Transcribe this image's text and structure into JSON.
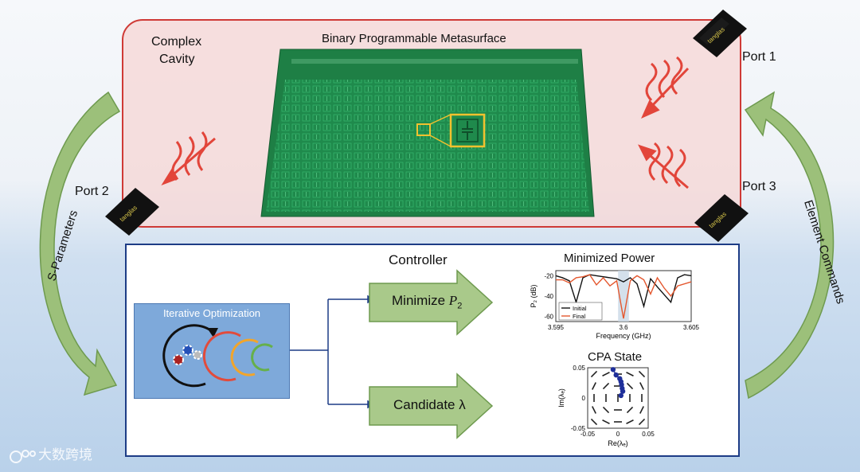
{
  "cavity": {
    "title_line1": "Complex",
    "title_line2": "Cavity",
    "metasurface_title": "Binary Programmable Metasurface",
    "port1": "Port 1",
    "port2": "Port 2",
    "port3": "Port 3",
    "chip_brand": "tanglas"
  },
  "side": {
    "left_label": "S-Parameters",
    "right_label": "Element Commands"
  },
  "controller": {
    "title": "Controller",
    "iter_label": "Iterative Optimization",
    "minimize_label": "Minimize ",
    "minimize_var": "P",
    "minimize_sub": "2",
    "candidate_label": "Candidate λ"
  },
  "power_chart": {
    "title": "Minimized Power",
    "ylabel": "P₂ (dB)",
    "xlabel": "Frequency (GHz)",
    "legend": [
      "Initial",
      "Final"
    ]
  },
  "cpa_chart": {
    "title": "CPA State",
    "ylabel": "Im(λₑ)",
    "xlabel": "Re(λₑ)"
  },
  "watermark": {
    "text": "大数跨境"
  },
  "colors": {
    "cavity_border": "#cf3a36",
    "controller_border": "#1d3c86",
    "arrow_green": "#9cc07a",
    "initial_line": "#111111",
    "final_line": "#e4572e",
    "cpa_points": "#1f2f9a"
  },
  "chart_data": [
    {
      "type": "line",
      "title": "Minimized Power",
      "xlabel": "Frequency (GHz)",
      "ylabel": "P2 (dB)",
      "xlim": [
        3.595,
        3.605
      ],
      "ylim": [
        -65,
        -15
      ],
      "xticks": [
        "3.595",
        "3.6",
        "3.605"
      ],
      "yticks": [
        "-20",
        "-40",
        "-60"
      ],
      "legend_position": "bottom-left",
      "series": [
        {
          "name": "Initial",
          "x": [
            3.595,
            3.5955,
            3.596,
            3.5965,
            3.597,
            3.5975,
            3.598,
            3.5985,
            3.599,
            3.5995,
            3.6,
            3.6005,
            3.601,
            3.6015,
            3.602,
            3.6025,
            3.6035,
            3.604,
            3.6045,
            3.605
          ],
          "values": [
            -20,
            -22,
            -25,
            -46,
            -22,
            -19,
            -20,
            -21,
            -22,
            -23,
            -26,
            -22,
            -28,
            -50,
            -23,
            -31,
            -46,
            -22,
            -19,
            -20
          ]
        },
        {
          "name": "Final",
          "x": [
            3.595,
            3.5955,
            3.596,
            3.5965,
            3.597,
            3.5975,
            3.598,
            3.5985,
            3.599,
            3.5995,
            3.6,
            3.6005,
            3.601,
            3.6015,
            3.602,
            3.6025,
            3.603,
            3.6035,
            3.604,
            3.605
          ],
          "values": [
            -24,
            -24,
            -27,
            -22,
            -21,
            -19,
            -29,
            -22,
            -30,
            -25,
            -62,
            -25,
            -20,
            -24,
            -38,
            -22,
            -32,
            -40,
            -30,
            -26
          ]
        }
      ]
    },
    {
      "type": "scatter",
      "title": "CPA State",
      "xlabel": "Re(λe)",
      "ylabel": "Im(λe)",
      "xlim": [
        -0.05,
        0.05
      ],
      "ylim": [
        -0.05,
        0.05
      ],
      "xticks": [
        "-0.05",
        "0",
        "0.05"
      ],
      "yticks": [
        "0.05",
        "0",
        "-0.05"
      ],
      "series": [
        {
          "name": "",
          "x": [
            -0.008,
            -0.003,
            0.003,
            0.005,
            0.006,
            0.007,
            0.008,
            0.005
          ],
          "values": [
            0.047,
            0.038,
            0.032,
            0.027,
            0.022,
            0.016,
            0.011,
            0.004
          ]
        }
      ]
    }
  ]
}
